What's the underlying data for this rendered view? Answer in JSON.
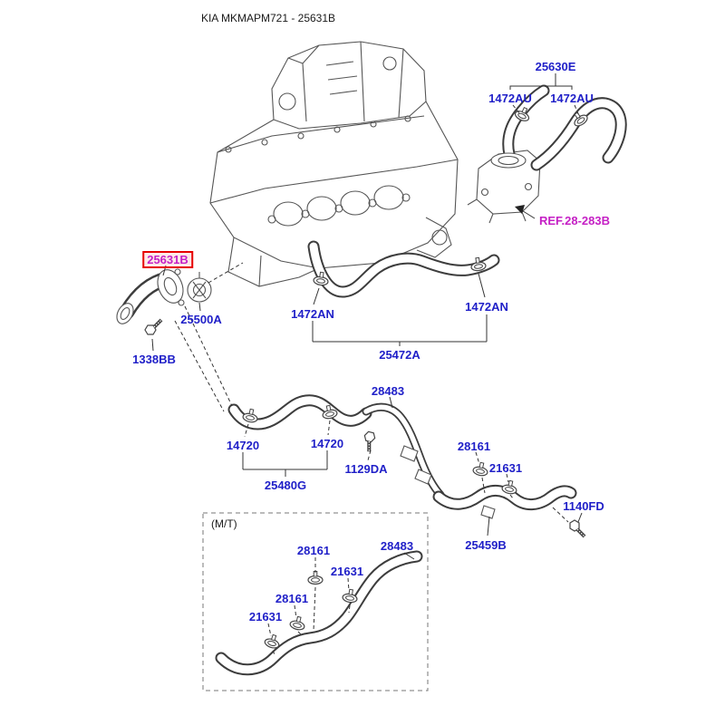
{
  "page": {
    "title": "KIA MKMAPM721 - 25631B"
  },
  "colors": {
    "part_label": "#1f1fc8",
    "highlight_text": "#c520c5",
    "highlight_border": "#e60000",
    "ref_text": "#c520c5",
    "title_text": "#1a1a1a",
    "artwork_line": "#555555"
  },
  "parts": {
    "p25630E": "25630E",
    "p1472AU": "1472AU",
    "ref_28_283B": "REF.28-283B",
    "p25631B": "25631B",
    "p25500A": "25500A",
    "p1338BB": "1338BB",
    "p1472AN": "1472AN",
    "p25472A": "25472A",
    "p28483": "28483",
    "p14720": "14720",
    "p1129DA": "1129DA",
    "p28161": "28161",
    "p21631": "21631",
    "p1140FD": "1140FD",
    "p25480G": "25480G",
    "p25459B": "25459B"
  },
  "sections": {
    "mt_label": "(M/T)"
  }
}
